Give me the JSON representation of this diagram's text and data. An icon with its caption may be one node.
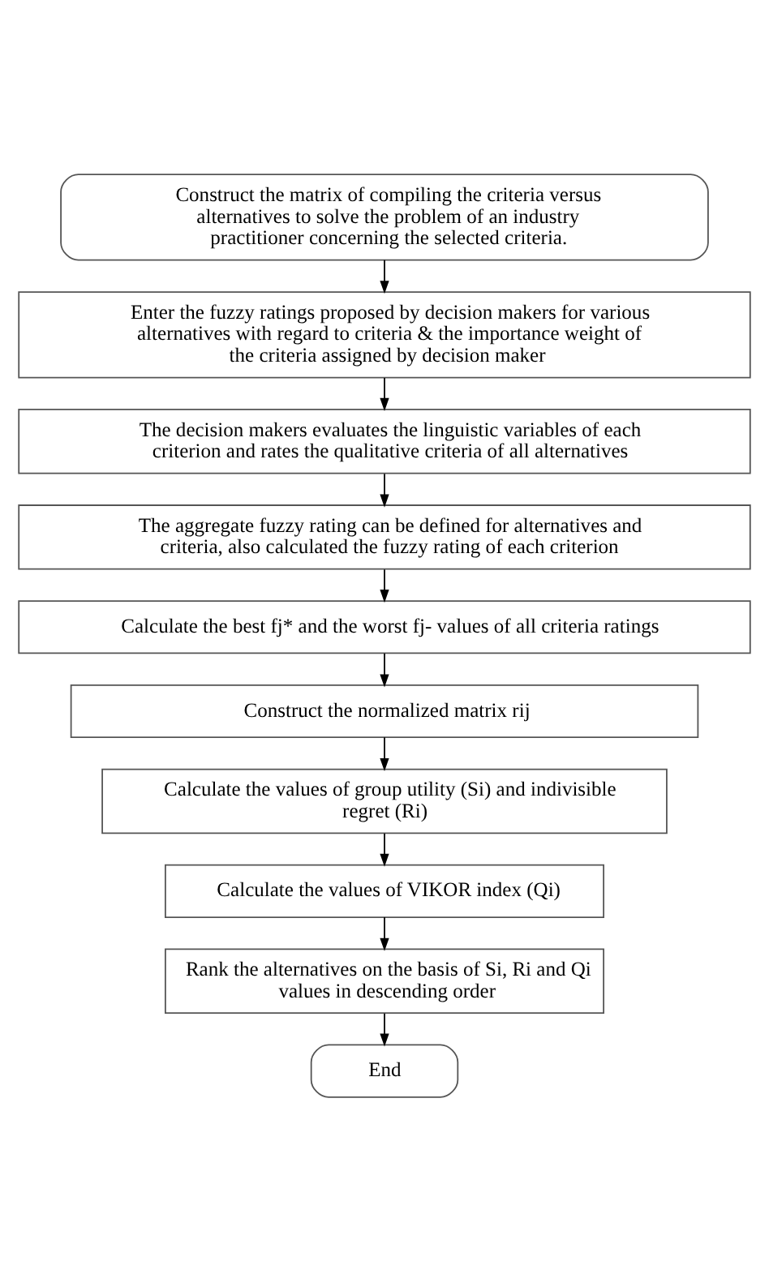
{
  "diagram": {
    "nodes": [
      {
        "text": [
          "Construct the matrix of compiling the criteria versus alternatives to solve the problem of an industry practitioner concerning the selected criteria."
        ]
      },
      {
        "text": [
          "Enter the fuzzy ratings proposed by decision makers for various alternatives with regard to criteria & the importance weight of the criteria assigned by decision maker"
        ]
      },
      {
        "text": [
          "The decision makers evaluates the linguistic variables of each criterion and rates the qualitative criteria of all alternatives"
        ]
      },
      {
        "text": [
          "The aggregate fuzzy rating can be defined for alternatives and criteria, also calculated the fuzzy rating of each criterion"
        ]
      },
      {
        "text": [
          "Calculate the best fj* and the worst fj- values of all criteria ratings"
        ]
      },
      {
        "text": [
          "Construct the normalized matrix rij"
        ]
      },
      {
        "text": [
          "Calculate the values of group utility (Si) and indivisible regret (Ri)"
        ]
      },
      {
        "text": [
          "Calculate the values of VIKOR index (Qi)"
        ]
      },
      {
        "text": [
          "Rank the alternatives on the basis of Si, Ri and Qi values in descending order"
        ]
      },
      {
        "text": [
          "End"
        ]
      }
    ],
    "edges": [
      {
        "from": 0,
        "to": 1,
        "arrow": "to"
      },
      {
        "from": 1,
        "to": 2,
        "arrow": "to"
      },
      {
        "from": 2,
        "to": 3,
        "arrow": "to"
      },
      {
        "from": 3,
        "to": 4,
        "arrow": "to"
      },
      {
        "from": 4,
        "to": 5,
        "arrow": "to"
      },
      {
        "from": 5,
        "to": 6,
        "arrow": "to"
      },
      {
        "from": 6,
        "to": 7,
        "arrow": "to"
      },
      {
        "from": 7,
        "to": 8,
        "arrow": "to"
      },
      {
        "from": 8,
        "to": 9,
        "arrow": "to"
      }
    ]
  }
}
